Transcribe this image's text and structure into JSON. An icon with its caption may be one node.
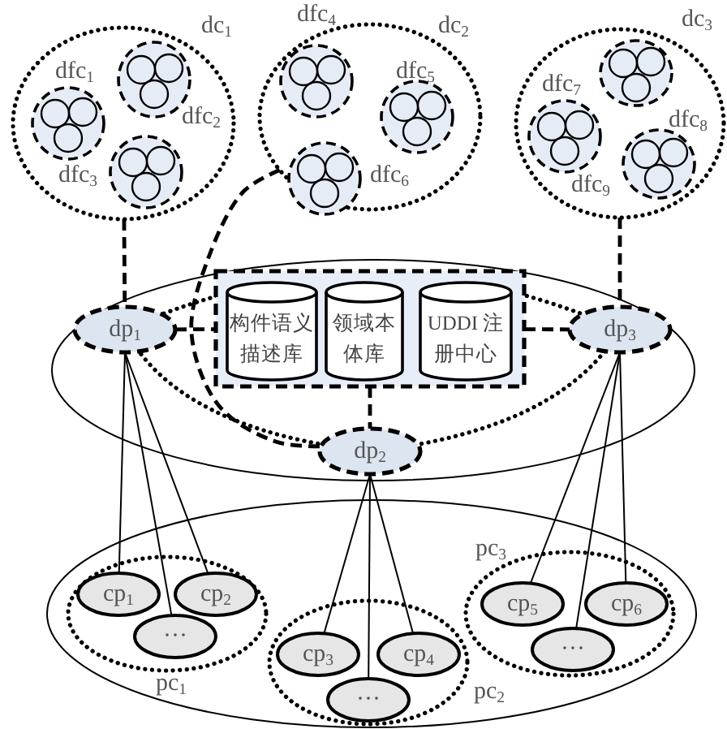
{
  "diagram": {
    "nodes": [
      {
        "text": [
          "dc$_{1}$"
        ]
      },
      {
        "text": [
          "dfc$_{1}$"
        ],
        "in": 0
      },
      {
        "text": [
          "dfc$_{2}$"
        ],
        "in": 0
      },
      {
        "text": [
          "dfc$_{3}$"
        ],
        "in": 0
      },
      {
        "text": [
          "dc$_{2}$"
        ]
      },
      {
        "text": [
          "dfc$_{4}$"
        ],
        "in": 4
      },
      {
        "text": [
          "dfc$_{5}$"
        ],
        "in": 4
      },
      {
        "text": [
          "dfc$_{6}$"
        ],
        "in": 4
      },
      {
        "text": [
          "dc$_{3}$"
        ]
      },
      {
        "text": [
          "dfc$_{7}$"
        ],
        "in": 8
      },
      {
        "text": [
          "dfc$_{8}$"
        ],
        "in": 8
      },
      {
        "text": [
          "dfc$_{9}$"
        ],
        "in": 8
      },
      {
        "text": [],
        "shape": "ellipse"
      },
      {
        "text": [
          "dp$_{1}$"
        ],
        "in": 12
      },
      {
        "text": [],
        "shape": "box",
        "in": 12
      },
      {
        "text": [
          "构件语义描述库"
        ],
        "in": 14
      },
      {
        "text": [
          "领域本体库"
        ],
        "in": 14
      },
      {
        "text": [
          "UDDI 注册中心"
        ],
        "in": 14
      },
      {
        "text": [
          "dp$_{3}$"
        ],
        "in": 12
      },
      {
        "text": [
          "dp$_{2}$"
        ],
        "in": 12
      },
      {
        "text": [],
        "shape": "ellipse"
      },
      {
        "text": [
          "pc$_{1}$"
        ],
        "in": 20
      },
      {
        "text": [
          "cp$_{1}$"
        ],
        "in": 21
      },
      {
        "text": [
          "cp$_{2}$"
        ],
        "in": 21
      },
      {
        "text": [
          "···"
        ],
        "in": 21
      },
      {
        "text": [
          "pc$_{2}$"
        ],
        "in": 20
      },
      {
        "text": [
          "cp$_{3}$"
        ],
        "in": 25
      },
      {
        "text": [
          "cp$_{4}$"
        ],
        "in": 25
      },
      {
        "text": [
          "···"
        ],
        "in": 25
      },
      {
        "text": [
          "pc$_{3}$"
        ],
        "in": 20
      },
      {
        "text": [
          "cp$_{5}$"
        ],
        "in": 29
      },
      {
        "text": [
          "cp$_{6}$"
        ],
        "in": 29
      },
      {
        "text": [
          "···"
        ],
        "in": 29
      }
    ],
    "edges": [
      {
        "from": 0,
        "to": 13,
        "arrow": "none",
        "style": "dashed"
      },
      {
        "from": 4,
        "to": 19,
        "arrow": "none",
        "style": "dashed"
      },
      {
        "from": 8,
        "to": 18,
        "arrow": "none",
        "style": "dashed"
      },
      {
        "from": 13,
        "to": 14,
        "arrow": "none",
        "style": "dashed"
      },
      {
        "from": 14,
        "to": 18,
        "arrow": "none",
        "style": "dashed"
      },
      {
        "from": 14,
        "to": 19,
        "arrow": "none",
        "style": "dashed"
      },
      {
        "from": 13,
        "to": 22,
        "arrow": "none"
      },
      {
        "from": 13,
        "to": 24,
        "arrow": "none"
      },
      {
        "from": 13,
        "to": 23,
        "arrow": "none"
      },
      {
        "from": 19,
        "to": 26,
        "arrow": "none"
      },
      {
        "from": 19,
        "to": 28,
        "arrow": "none"
      },
      {
        "from": 19,
        "to": 27,
        "arrow": "none"
      },
      {
        "from": 18,
        "to": 30,
        "arrow": "none"
      },
      {
        "from": 18,
        "to": 32,
        "arrow": "none"
      },
      {
        "from": 18,
        "to": 31,
        "arrow": "none"
      }
    ]
  }
}
